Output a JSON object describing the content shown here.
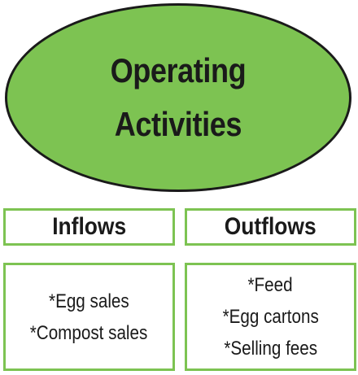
{
  "title": {
    "line1": "Operating",
    "line2": "Activities"
  },
  "inflows": {
    "header": "Inflows",
    "items": [
      "*Egg sales",
      "*Compost sales"
    ]
  },
  "outflows": {
    "header": "Outflows",
    "items": [
      "*Feed",
      "*Egg cartons",
      "*Selling fees"
    ]
  },
  "colors": {
    "accent": "#7dc352",
    "text": "#1a1a1a",
    "outline": "#1a1a1a"
  }
}
